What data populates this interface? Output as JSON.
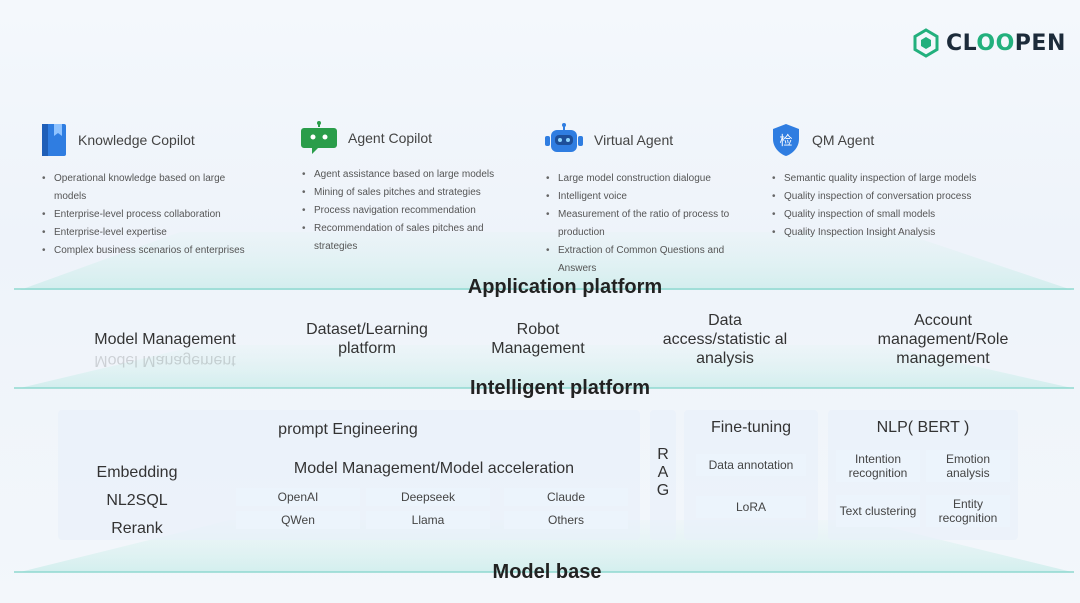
{
  "brand": {
    "name_prefix": "CL",
    "name_mid": "OO",
    "name_suffix": "PEN"
  },
  "application_cards": [
    {
      "title": "Knowledge Copilot",
      "icon": "book-icon",
      "items": [
        "Operational knowledge based on large models",
        "Enterprise-level process collaboration",
        "Enterprise-level expertise",
        "Complex business scenarios of enterprises"
      ]
    },
    {
      "title": "Agent Copilot",
      "icon": "robot-chat-icon",
      "items": [
        "Agent assistance based on large models",
        "Mining of sales pitches and strategies",
        "Process navigation recommendation",
        "Recommendation of sales pitches and strategies"
      ]
    },
    {
      "title": "Virtual Agent",
      "icon": "robot-head-icon",
      "items": [
        "Large model construction dialogue",
        "Intelligent voice",
        "Measurement of the ratio of process to production",
        "Extraction of Common Questions and Answers"
      ]
    },
    {
      "title": "QM Agent",
      "icon": "shield-icon",
      "icon_char": "检",
      "items": [
        "Semantic quality inspection of large models",
        "Quality inspection of conversation process",
        "Quality inspection of small models",
        "Quality Inspection Insight Analysis"
      ]
    }
  ],
  "layers": {
    "application": "Application platform",
    "intelligent": "Intelligent platform",
    "model_base": "Model base"
  },
  "intelligent_items": [
    "Model Management",
    "Dataset/Learning platform",
    "Robot Management",
    "Data access/statistic al analysis",
    "Account management/Role management"
  ],
  "model_base": {
    "left": [
      "Embedding",
      "NL2SQL",
      "Rerank"
    ],
    "prompt": "prompt Engineering",
    "model_mgmt": "Model Management/Model acceleration",
    "models": [
      "OpenAI",
      "Deepseek",
      "Claude",
      "QWen",
      "Llama",
      "Others"
    ],
    "rag": [
      "R",
      "A",
      "G"
    ],
    "finetune": {
      "title": "Fine-tuning",
      "items": [
        "Data annotation",
        "LoRA"
      ]
    },
    "nlp": {
      "title": "NLP( BERT )",
      "items": [
        "Intention recognition",
        "Emotion analysis",
        "Text clustering",
        "Entity recognition"
      ]
    }
  },
  "colors": {
    "accent": "#22b07d",
    "blue": "#2f7de1",
    "green": "#2a9d4a"
  }
}
